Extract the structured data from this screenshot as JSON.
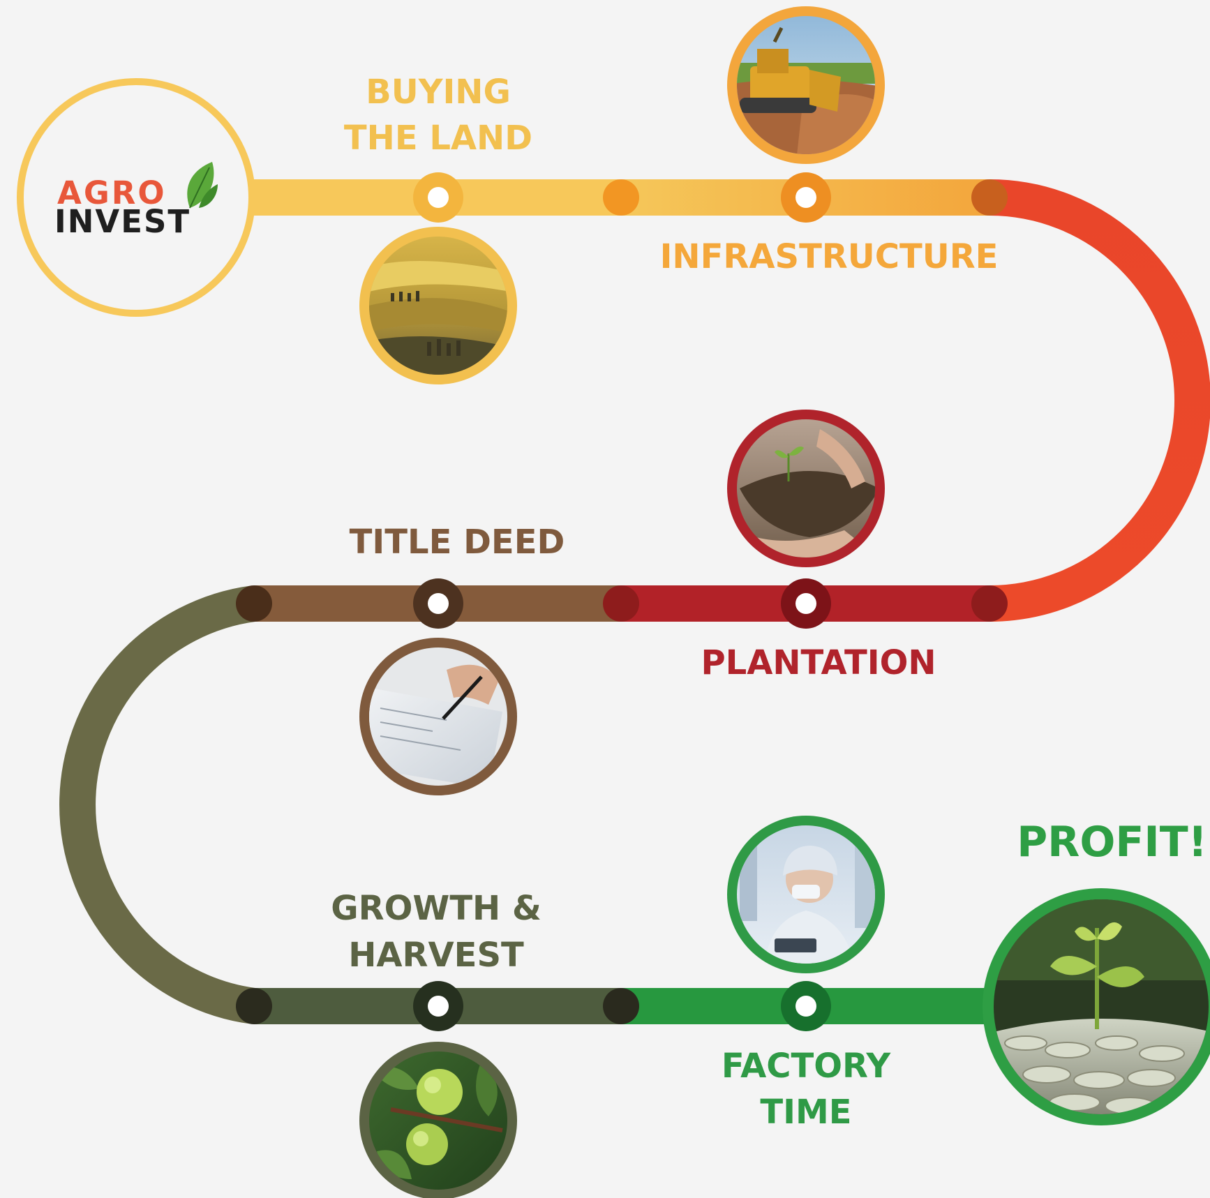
{
  "logo": {
    "line1": "AGRO",
    "line2": "INVEST"
  },
  "stages": [
    {
      "label_lines": [
        "BUYING",
        "THE LAND"
      ],
      "color": "#f2c04f",
      "picture": "rolling-fields"
    },
    {
      "label_lines": [
        "INFRASTRUCTURE"
      ],
      "color": "#f4a73a",
      "picture": "bulldozer-on-soil"
    },
    {
      "label_lines": [
        "PLANTATION"
      ],
      "color": "#b0232b",
      "picture": "hands-planting-seedling"
    },
    {
      "label_lines": [
        "TITLE DEED"
      ],
      "color": "#7f5a3d",
      "picture": "signing-document"
    },
    {
      "label_lines": [
        "GROWTH &",
        "HARVEST"
      ],
      "color": "#5b6344",
      "picture": "green-fruit-on-branch"
    },
    {
      "label_lines": [
        "FACTORY",
        "TIME"
      ],
      "color": "#2f9a46",
      "picture": "factory-worker-in-hairnet"
    }
  ],
  "final": {
    "label": "PROFIT!",
    "color": "#2e9e44",
    "picture": "plant-growing-from-coins"
  },
  "colors": {
    "background": "#f4f4f4",
    "logo_ring": "#f7c85a",
    "agro_text": "#e8573a",
    "invest_text": "#1f1f1f",
    "leaf": "#5aa83a",
    "curve_right": "#e8452a",
    "curve_left": "#6a6a47"
  }
}
